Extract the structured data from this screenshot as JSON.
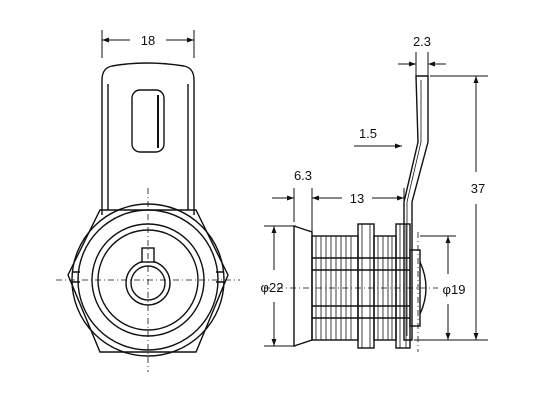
{
  "dimensions": {
    "top_width": "18",
    "cam_thickness": "2.3",
    "cam_offset": "1.5",
    "flange_thickness": "6.3",
    "body_length": "13",
    "overall_height": "37",
    "flange_diameter": "φ22",
    "body_diameter": "φ19"
  },
  "colors": {
    "line": "#111111",
    "background": "#ffffff"
  },
  "icons": {
    "front_view": "cam-lock-front-view",
    "side_view": "cam-lock-side-view"
  }
}
